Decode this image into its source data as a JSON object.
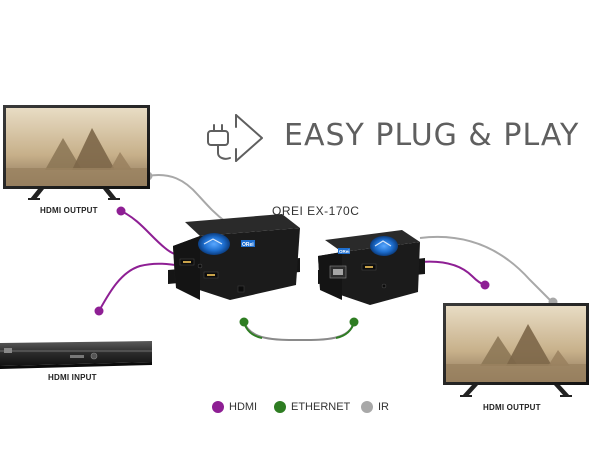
{
  "headline": "EASY PLUG & PLAY",
  "model": "OREI EX-170C",
  "labels": {
    "top_tv": "HDMI OUTPUT",
    "player": "HDMI INPUT",
    "right_tv": "HDMI OUTPUT"
  },
  "legend": [
    {
      "label": "HDMI",
      "color": "#8e1f94"
    },
    {
      "label": "ETHERNET",
      "color": "#2e7d22"
    },
    {
      "label": "IR",
      "color": "#a8a8a8"
    }
  ],
  "device_brand": "ORei",
  "colors": {
    "hdmi": "#8e1f94",
    "ethernet": "#2e7d22",
    "ir": "#a8a8a8",
    "device_body": "#1b1b1b",
    "device_accent": "#1e6fd0"
  },
  "icons": {
    "headline_icon": "plug-play-icon"
  }
}
